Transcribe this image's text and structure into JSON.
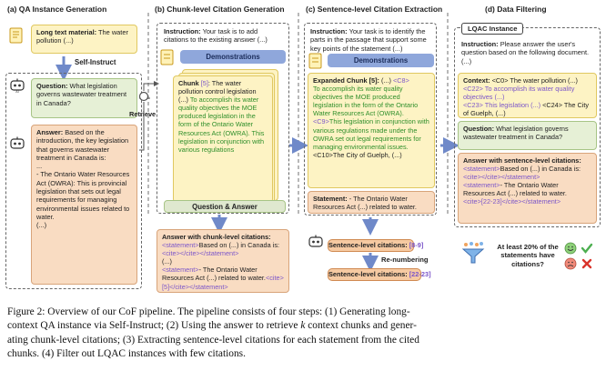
{
  "columns": {
    "a": "(a) QA Instance Generation",
    "b": "(b) Chunk-level Citation Generation",
    "c": "(c) Sentence-level Citation Extraction",
    "d": "(d) Data Filtering"
  },
  "a": {
    "long_text_label": "Long text material:",
    "long_text_value": " The water pollution (...)",
    "self_instruct": "Self-Instruct",
    "question_label": "Question:",
    "question_value": " What legislation governs wastewater treatment in Canada?",
    "answer_label": "Answer:",
    "answer_value": " Based on the introduction, the key legislation that governs wastewater treatment in Canada is:",
    "answer_dots": "...",
    "answer_item": "- The Ontario Water Resources Act (OWRA): This is provincial legislation that sets out legal requirements for managing environmental issues related to water.",
    "answer_end": "(...)",
    "retrieve": "Retrieve"
  },
  "b": {
    "instruction_label": "Instruction:",
    "instruction_value": " Your task is to add citations to the existing answer (...)",
    "demonstrations": "Demonstrations",
    "chunk_label": "Chunk",
    "chunk_idx": "[5]",
    "chunk_lead": ": The water pollution control legislation (...) ",
    "chunk_green1": "To accomplish its water quality objectives the MOE produced legislation in the form of the Ontario Water Resources Act (OWRA). This legislation in conjunction with various regulations",
    "qa_bar": "Question & Answer",
    "ans_label": "Answer with chunk-level citations:",
    "stmt_open": "<statement>",
    "stmt1": "Based on (...) in Canada is:",
    "cite_empty": "<cite></cite>",
    "close_stmt": "</statement>",
    "dots": "(...)",
    "stmt2": "- The Ontario Water Resources Act (...) related to water.",
    "cite5": "<cite>[5]</cite>"
  },
  "c": {
    "instruction_label": "Instruction:",
    "instruction_value": " Your task is to identify the parts in the passage that support some key points of the statement (...)",
    "demonstrations": "Demonstrations",
    "chunk_label": "Expanded Chunk [5]:",
    "chunk_lead": " (...) ",
    "c8": "<C8>",
    "c8_text": "To accomplish its water quality objectives the MOE produced legislation in the form of the Ontario Water Resources Act (OWRA).",
    "c9": "<C9>",
    "c9_text": "This legislation in conjunction with various regulations made under the OWRA set out legal requirements for managing environmental issues.",
    "c10": " <C10>The City of Guelph, (...)",
    "statement_label": "Statement:",
    "statement_value": " - The Ontario Water Resources Act (...) related to water.",
    "sent_cite_label": "Sentence-level citations:",
    "sent_cite_value": " [8-9]",
    "renumbering": "Re-numbering",
    "sent_cite_value2": " [22-23]"
  },
  "d": {
    "instance_tag": "LQAC Instance",
    "instruction_label": "Instruction:",
    "instruction_value": " Please answer the user's question based on the following document. (...)",
    "context_label": "Context:",
    "c0": " <C0> The water pollution (...)",
    "c22": "<C22> To accomplish its water quality objectives (...)",
    "c23": "<C23> This legislation (...)",
    "c24": " <C24> The City of Guelph, (...)",
    "question_label": "Question:",
    "question_value": " What legislation governs wastewater treatment in Canada?",
    "ans_label": "Answer with sentence-level citations:",
    "stmt_open": "<statement>",
    "stmt1": "Based on (...) in Canada is:",
    "cite_empty": "<cite></cite>",
    "close_stmt": "</statement>",
    "stmt2": "- The Ontario Water Resources Act (...) related to water.",
    "cite2223": "<cite>[22-23]</cite>",
    "filter_q": "At least 20% of the statements have citations?"
  },
  "caption": {
    "line1": "Figure 2: Overview of our CoF pipeline. The pipeline consists of four steps: (1) Generating long-",
    "line2a": "context QA instance via Self-Instruct; (2) Using the answer to retrieve ",
    "k": "k",
    "line2b": " context chunks and gener-",
    "line3": "ating chunk-level citations; (3) Extracting sentence-level citations for each statement from the cited",
    "line4": "chunks. (4) Filter out LQAC instances with few citations."
  },
  "colors": {
    "purple_cite": "#7b55c9",
    "green_text": "#2f8f2b",
    "arrow_blue": "#6f89c9",
    "yellow_box": "#fdf3c4",
    "green_box": "#e6f0d6",
    "peach_box": "#f9dcc2",
    "check_green": "#4caf50",
    "cross_red": "#d9342b"
  }
}
